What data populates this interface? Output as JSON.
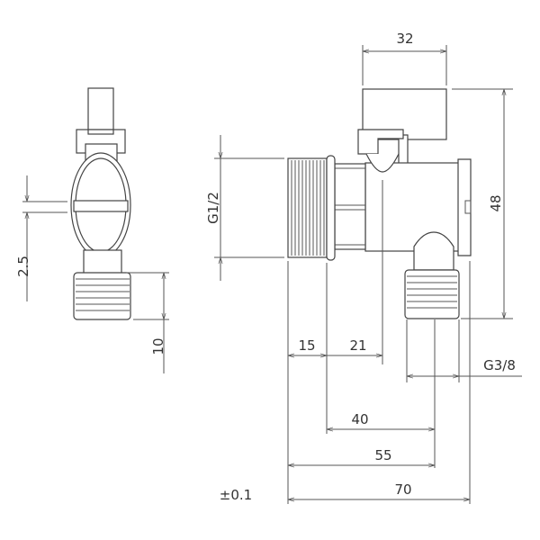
{
  "side_view": {
    "slot_width": "2.5",
    "thread_length": "10"
  },
  "front_view": {
    "handle_width": "32",
    "total_height": "48",
    "inlet_thread": "G1/2",
    "outlet_thread": "G3/8",
    "dim_15": "15",
    "dim_21": "21",
    "dim_40": "40",
    "dim_55": "55",
    "dim_70": "70"
  },
  "tolerance": "±0.1",
  "colors": {
    "line": "#555555",
    "text": "#333333"
  }
}
